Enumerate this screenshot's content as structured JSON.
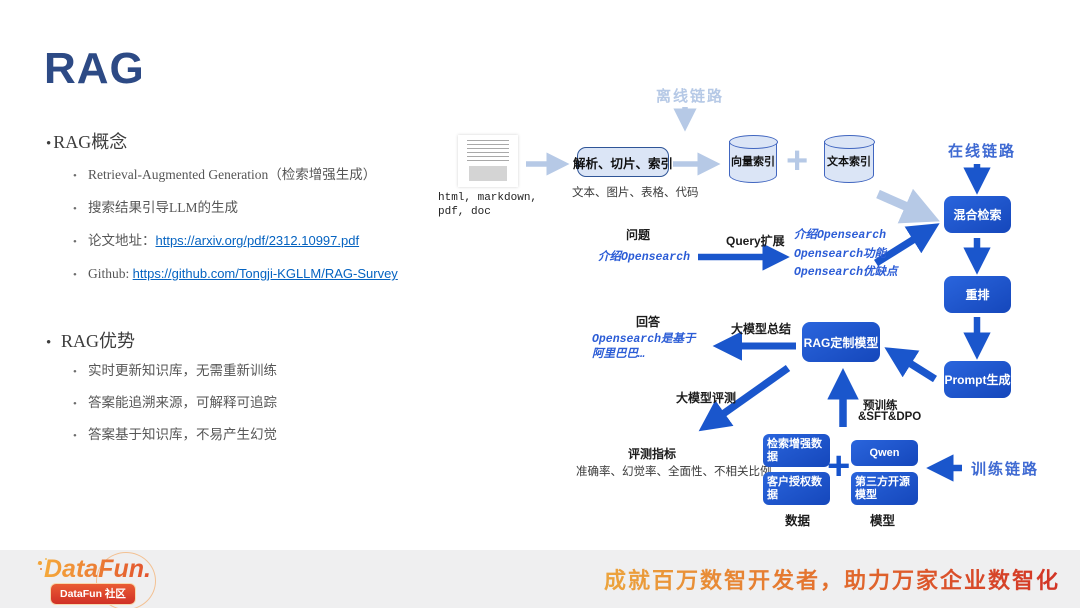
{
  "slide": {
    "title": "RAG"
  },
  "left_panel": {
    "section1": {
      "heading": "RAG概念",
      "bullets": [
        "Retrieval-Augmented Generation（检索增强生成）",
        "搜索结果引导LLM的生成",
        {
          "prefix": "论文地址：",
          "link": "https://arxiv.org/pdf/2312.10997.pdf"
        },
        {
          "prefix": "Github: ",
          "link": "https://github.com/Tongji-KGLLM/RAG-Survey"
        }
      ]
    },
    "section2": {
      "heading": "RAG优势",
      "bullets": [
        "实时更新知识库，无需重新训练",
        "答案能追溯来源，可解释可追踪",
        "答案基于知识库，不易产生幻觉"
      ]
    }
  },
  "diagram": {
    "offline_label": "离线链路",
    "online_label": "在线链路",
    "training_label": "训练链路",
    "doc_formats": "html, markdown, pdf, doc",
    "parse_box": "解析、切片、索引",
    "parse_note": "文本、图片、表格、代码",
    "vector_index": "向量索引",
    "plus_light": "+",
    "text_index": "文本索引",
    "hybrid_box": "混合检索",
    "rerank_box": "重排",
    "prompt_box": "Prompt生成",
    "rag_model_box": "RAG定制模型",
    "question_label": "问题",
    "question_text": "介绍Opensearch",
    "query_expand_label": "Query扩展",
    "expanded_queries": [
      "介绍Opensearch",
      "Opensearch功能",
      "Opensearch优缺点"
    ],
    "answer_label": "回答",
    "answer_text": "Opensearch是基于阿里巴巴…",
    "summary_label": "大模型总结",
    "eval_label": "大模型评测",
    "pretrain_line1": "预训练",
    "pretrain_line2": "&SFT&DPO",
    "metrics_label": "评测指标",
    "metrics_text": "准确率、幻觉率、全面性、不相关比例",
    "data_box1": "检索增强数据",
    "data_box2": "客户授权数据",
    "plus_dark": "+",
    "model_box1": "Qwen",
    "model_box2": "第三方开源模型",
    "data_label": "数据",
    "model_label": "模型"
  },
  "footer": {
    "logo_text": "DataFun.",
    "logo_badge": "DataFun 社区",
    "slogan": "成就百万数智开发者，助力万家企业数智化"
  },
  "colors": {
    "title_navy": "#2d4a85",
    "link_blue": "#0563c1",
    "flow_blue": "#1a56cc",
    "light_blue": "#b6c9e6",
    "label_blue": "#3f6ad2",
    "footer_orange": "#eca43d",
    "footer_red": "#d23426"
  }
}
